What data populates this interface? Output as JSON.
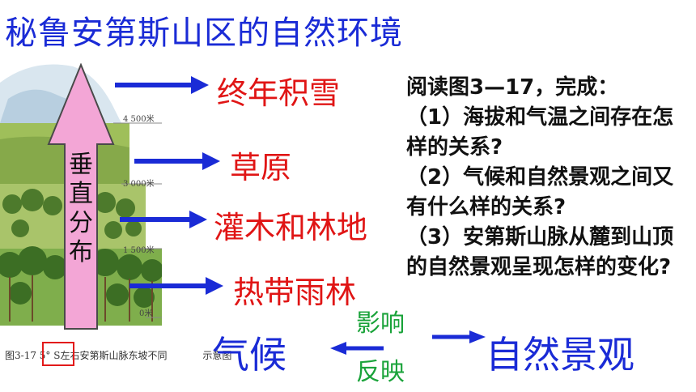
{
  "title": "秘鲁安第斯山区的自然环境",
  "figure": {
    "altitudes": [
      "4 500米",
      "3 000米",
      "1 500米",
      "0米"
    ],
    "caption_prefix": "图3-17",
    "caption_highlight": "5° S",
    "caption_rest": "左右安第斯山脉东坡不同",
    "caption_end": "示意图"
  },
  "vertical_label": [
    "垂",
    "直",
    "分",
    "布"
  ],
  "zones": [
    "终年积雪",
    "草原",
    "灌木和林地",
    "热带雨林"
  ],
  "questions": {
    "intro": "阅读图3—17，完成：",
    "q1": "（1）海拔和气温之间存在怎样的关系?",
    "q2": "（2）气候和自然景观之间又有什么样的关系?",
    "q3": "（3）安第斯山脉从麓到山顶的自然景观呈现怎样的变化?"
  },
  "relation": {
    "climate": "气候",
    "landscape": "自然景观",
    "influence": "影响",
    "reflect": "反映"
  },
  "colors": {
    "title": "#1a2bd6",
    "zone_text": "#e01515",
    "arrow_blue": "#1a2bd6",
    "green": "#1aa33a",
    "pink_arrow": "#f3a6d6"
  }
}
